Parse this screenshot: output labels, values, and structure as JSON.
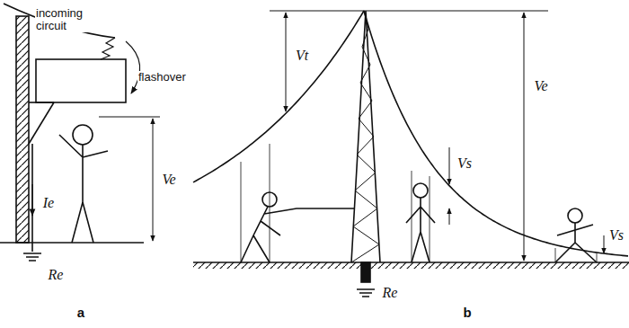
{
  "diagram": {
    "labels": [
      "incoming circuit",
      "flashover",
      "Ve",
      "Ie",
      "Re",
      "a",
      "Vt",
      "Ve",
      "Vs",
      "Vs",
      "Re",
      "b"
    ]
  }
}
